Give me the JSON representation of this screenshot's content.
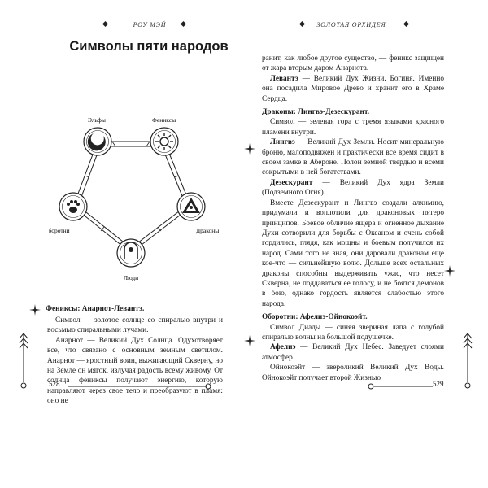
{
  "left": {
    "running_head": "РОУ МЭЙ",
    "chapter_title": "Символы пяти народов",
    "diagram": {
      "labels": {
        "elves": "Эльфы",
        "phoenixes": "Фениксы",
        "werewolves": "Оборотни",
        "dragons": "Драконы",
        "humans": "Люди"
      }
    },
    "section_heading": "Фениксы: Анарнот-Левантэ.",
    "paragraphs": [
      "Символ — золотое солнце со спиралью внутри и восьмью спиральными лучами.",
      "Анарнот — Великий Дух Солнца. Одухотворяет все, что связано с основным земным светилом. Анарнот — яростный воин, выжигающий Скверну, но на Земле он мягок, излучая радость всему живому. От солнца фениксы получают энергию, которую направляют через свое тело и преобразуют в пламя: оно не"
    ],
    "page_number": "528"
  },
  "right": {
    "running_head": "ЗОЛОТАЯ ОРХИДЕЯ",
    "p_intro": "ранит, как любое другое существо, — феникс защищен от жара вторым даром Анарнота.",
    "levante": {
      "term": "Левантэ",
      "text": " — Великий Дух Жизни. Богиня. Именно она посадила Мировое Древо и хранит его в Храме Сердца."
    },
    "dragons_heading": "Драконы: Лингвэ-Дезескурант.",
    "dragons_symbol": "Символ — зеленая гора с тремя языками красного пламени внутри.",
    "lingve": {
      "term": "Лингвэ",
      "text": " — Великий Дух Земли. Носит минеральную броню, малоподвижен и практически все время сидит в своем замке в Аберонe. Полон земной твердью и всеми сокрытыми в ней богатствами."
    },
    "dezeskurant": {
      "term": "Дезескурант",
      "text": " — Великий Дух ядра Земли (Подземного Огня)."
    },
    "dragons_story": "Вместе Дезескурант и Лингвэ создали алхимию, придумали и воплотили для драконовых пятеро принципов. Боевое обличие ящера и огненное дыхание Духи сотворили для борьбы с Океаном и очень собой гордились, глядя, как мощны и боевым получился их народ. Сами того не зная, они даровали драконам еще кое-что — сильнейшую волю. Дольше всех остальных драконы способны выдерживать ужас, что несет Скверна, не поддаваться ее голосу, и не боятся демонов в бою, однако гордость является слабостью этого народа.",
    "werewolves_heading": "Оборотни: Афелиэ-Ойнокоэйт.",
    "werewolves_symbol": "Символ Диады — синяя звериная лапа с голубой спиралью волны на большой подушечке.",
    "afelie": {
      "term": "Афелиэ",
      "text": " — Великий Дух Небес. Заведует слоями атмосфер."
    },
    "oinokoeit_text": "Ойнокоэйт — звероликий Великий Дух Воды. Ойнокоэйт получает второй Жизнью",
    "page_number": "529"
  }
}
